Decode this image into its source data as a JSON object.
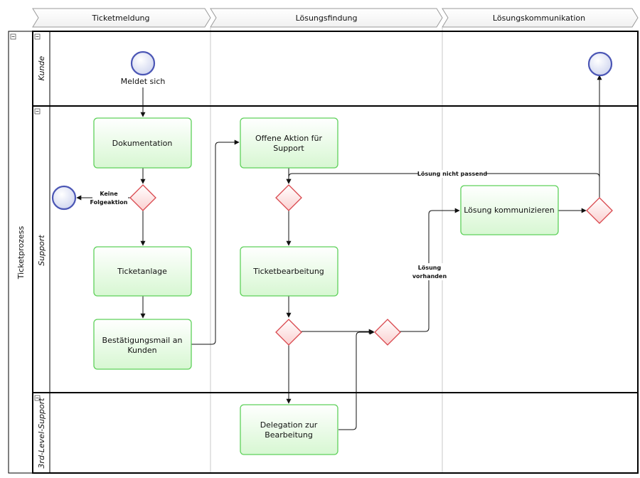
{
  "phases": [
    {
      "id": "ticketmeldung",
      "label": "Ticketmeldung"
    },
    {
      "id": "loesungsfindung",
      "label": "Lösungsfindung"
    },
    {
      "id": "loesungskommunikation",
      "label": "Lösungskommunikation"
    }
  ],
  "pool": {
    "label": "Ticketprozess"
  },
  "lanes": [
    {
      "id": "kunde",
      "label": "Kunde"
    },
    {
      "id": "support",
      "label": "Support"
    },
    {
      "id": "third-level",
      "label": "3rd-Level-Support"
    }
  ],
  "tasks": [
    {
      "id": "dokumentation",
      "label": [
        "Dokumentation"
      ]
    },
    {
      "id": "ticketanlage",
      "label": [
        "Ticketanlage"
      ]
    },
    {
      "id": "bestaetigungsmail",
      "label": [
        "Bestätigungsmail an",
        "Kunden"
      ]
    },
    {
      "id": "offene-aktion",
      "label": [
        "Offene Aktion für",
        "Support"
      ]
    },
    {
      "id": "ticketbearbeitung",
      "label": [
        "Ticketbearbeitung"
      ]
    },
    {
      "id": "delegation",
      "label": [
        "Delegation zur",
        "Bearbeitung"
      ]
    },
    {
      "id": "loesung-kommunizieren",
      "label": [
        "Lösung kommunizieren"
      ]
    }
  ],
  "events": [
    {
      "id": "start",
      "type": "start",
      "label": "Meldet sich"
    },
    {
      "id": "end-kunde",
      "type": "end",
      "label": ""
    },
    {
      "id": "end-support",
      "type": "end",
      "label": ""
    }
  ],
  "edge_labels": {
    "keine_folgeaktion": [
      "Keine",
      "Folgeaktion"
    ],
    "loesung_nicht_passend": "Lösung nicht passend",
    "loesung_vorhanden": [
      "Lösung",
      "vorhanden"
    ]
  },
  "colors": {
    "task_border": "#5ed15a",
    "task_fill_top": "#ffffff",
    "task_fill_bottom": "#d7f7d2",
    "gateway_border": "#d9474d",
    "gateway_fill": "#fde2e2",
    "event_border": "#4b56b5",
    "event_fill": "#dfe3f5",
    "lane_border": "#000000",
    "phase_divider": "#c8c8c8"
  }
}
